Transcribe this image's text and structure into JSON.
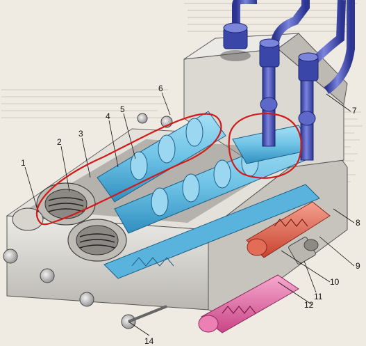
{
  "diagram": {
    "type": "cutaway-technical-illustration",
    "subject": "hydraulic valve block with spool valves, pipes and fittings",
    "colors": {
      "background": "#efeae2",
      "housing": "#d9d6d0",
      "housing_shade": "#a9a6a0",
      "spool_blue": "#6fc3e6",
      "spool_blue_dark": "#2f8fbf",
      "pipe_blue": "#3a46a8",
      "pipe_light": "#6b76d1",
      "valve_red": "#e0604c",
      "valve_pink": "#e86aa6",
      "annotation_red": "#d11a1a"
    },
    "callouts": [
      {
        "label": "1",
        "target": "housing left end"
      },
      {
        "label": "2",
        "target": "spring chamber"
      },
      {
        "label": "3",
        "target": "end cap"
      },
      {
        "label": "4",
        "target": "upper spool"
      },
      {
        "label": "5",
        "target": "spool land"
      },
      {
        "label": "6",
        "target": "top cover"
      },
      {
        "label": "7",
        "target": "pressure pipe"
      },
      {
        "label": "8",
        "target": "right housing"
      },
      {
        "label": "9",
        "target": "relief valve"
      },
      {
        "label": "10",
        "target": "valve body"
      },
      {
        "label": "11",
        "target": "return fitting"
      },
      {
        "label": "12",
        "target": "lower relief valve"
      },
      {
        "label": "14",
        "target": "mounting bolt"
      }
    ],
    "annotations": [
      {
        "type": "ellipse",
        "name": "highlight-spool-ellipse"
      },
      {
        "type": "ellipse",
        "name": "highlight-pipe-junction-circle"
      }
    ]
  }
}
